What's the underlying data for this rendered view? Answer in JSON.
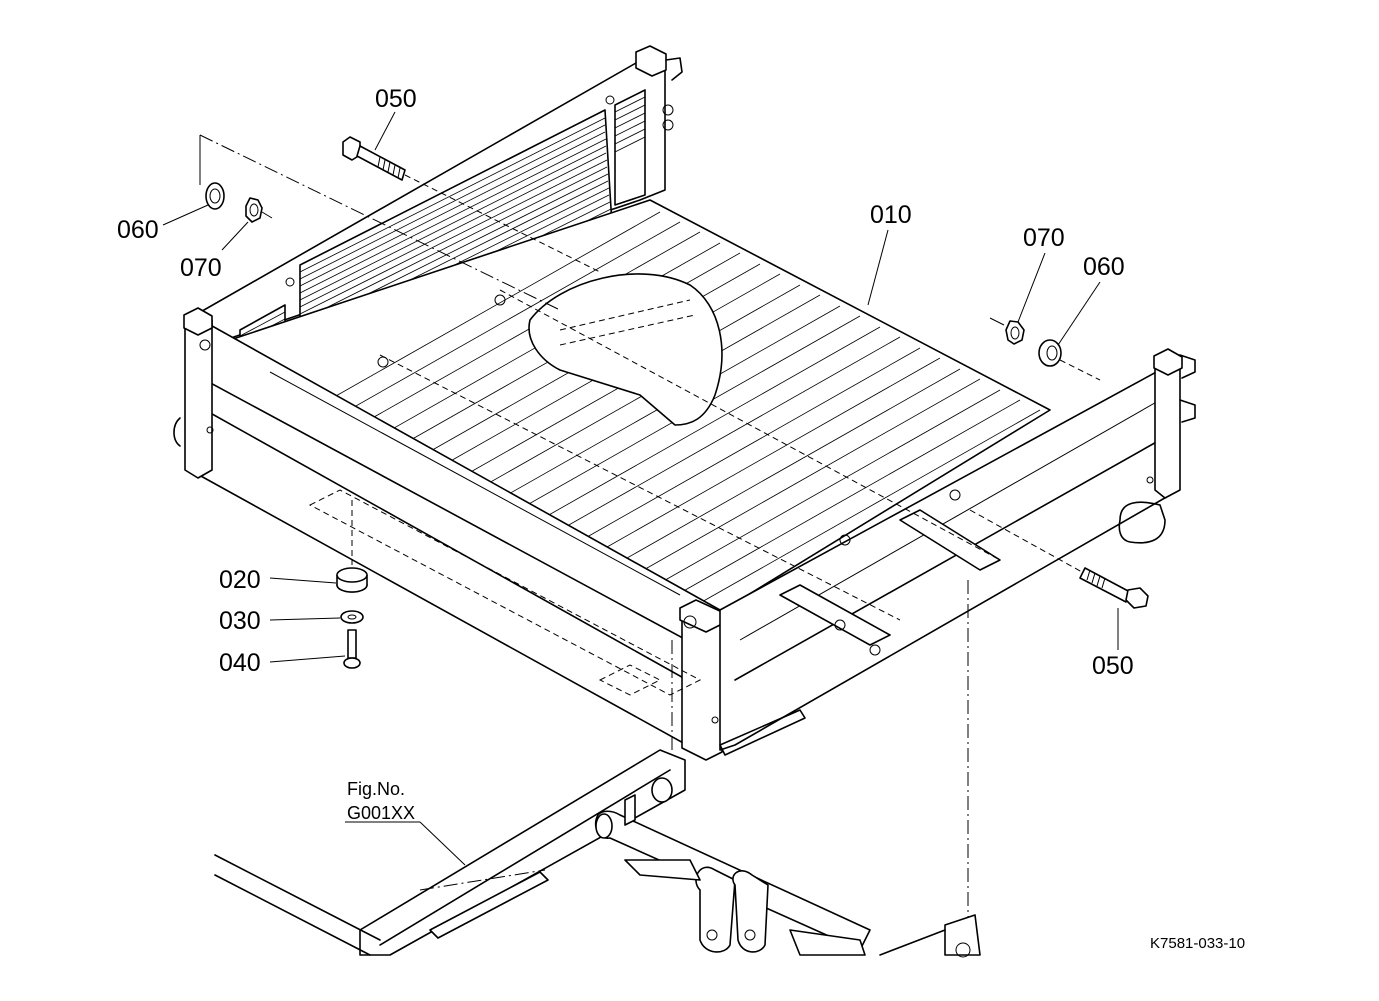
{
  "labels": {
    "p010": "010",
    "p020": "020",
    "p030": "030",
    "p040": "040",
    "p050_top": "050",
    "p050_right": "050",
    "p060_left": "060",
    "p060_right": "060",
    "p070_left": "070",
    "p070_right": "070"
  },
  "figure_ref": {
    "line1": "Fig.No.",
    "line2": "G001XX"
  },
  "drawing_code": "K7581-033-10"
}
